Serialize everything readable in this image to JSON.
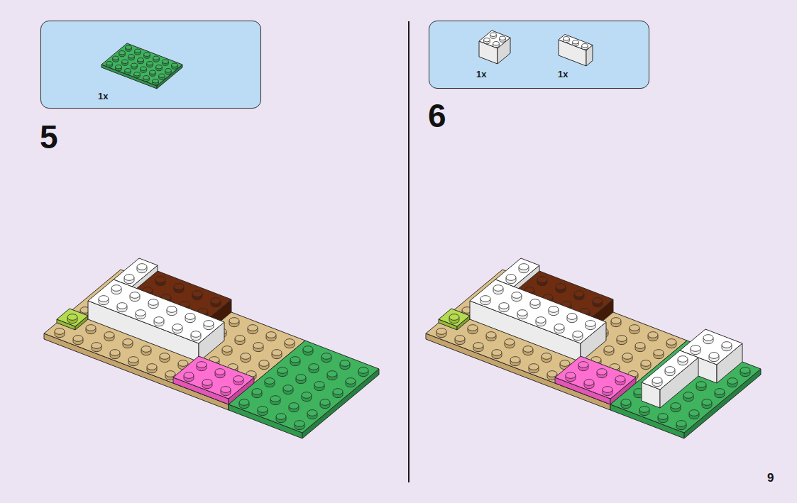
{
  "diagram": {
    "nodes": [
      {
        "text": [
          "1x"
        ]
      },
      {
        "text": [
          "1x",
          "1x"
        ]
      }
    ],
    "labels": [
      "5",
      "6",
      "9"
    ]
  }
}
